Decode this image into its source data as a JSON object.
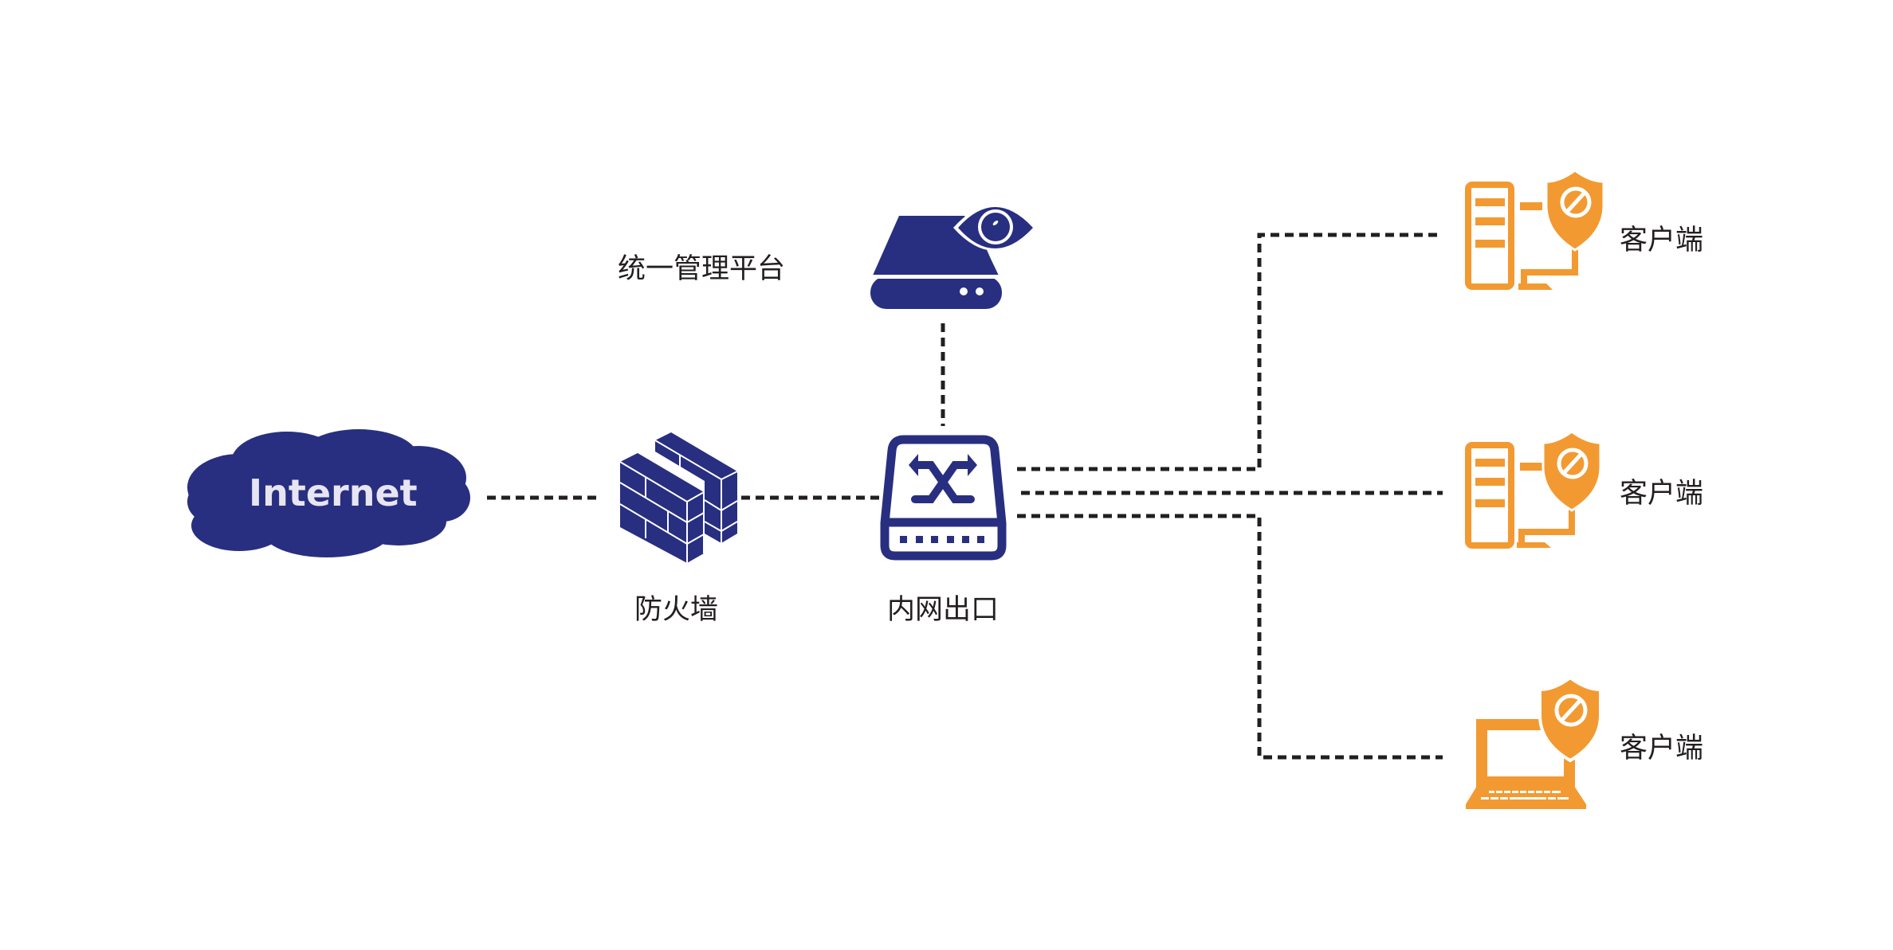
{
  "diagram": {
    "colors": {
      "navy": "#282f80",
      "orange": "#f29a31",
      "line": "#231f20",
      "cloud_text": "#e8e5f2",
      "background": "#ffffff"
    },
    "nodes": {
      "internet": {
        "label": "Internet",
        "icon": "cloud-icon"
      },
      "firewall": {
        "label": "防火墙",
        "icon": "firewall-brick-wall-icon"
      },
      "gateway": {
        "label": "内网出口",
        "icon": "network-switch-icon"
      },
      "management": {
        "label": "统一管理平台",
        "icon": "server-eye-monitor-icon"
      },
      "clients": [
        {
          "label": "客户端",
          "icon": "desktop-shield-icon"
        },
        {
          "label": "客户端",
          "icon": "desktop-shield-icon"
        },
        {
          "label": "客户端",
          "icon": "laptop-shield-icon"
        }
      ]
    },
    "connections": [
      {
        "from": "internet",
        "to": "firewall",
        "style": "dashed"
      },
      {
        "from": "firewall",
        "to": "gateway",
        "style": "dashed"
      },
      {
        "from": "gateway",
        "to": "management",
        "style": "dashed"
      },
      {
        "from": "gateway",
        "to": "clients.0",
        "style": "dashed"
      },
      {
        "from": "gateway",
        "to": "clients.1",
        "style": "dashed"
      },
      {
        "from": "gateway",
        "to": "clients.2",
        "style": "dashed"
      }
    ]
  }
}
